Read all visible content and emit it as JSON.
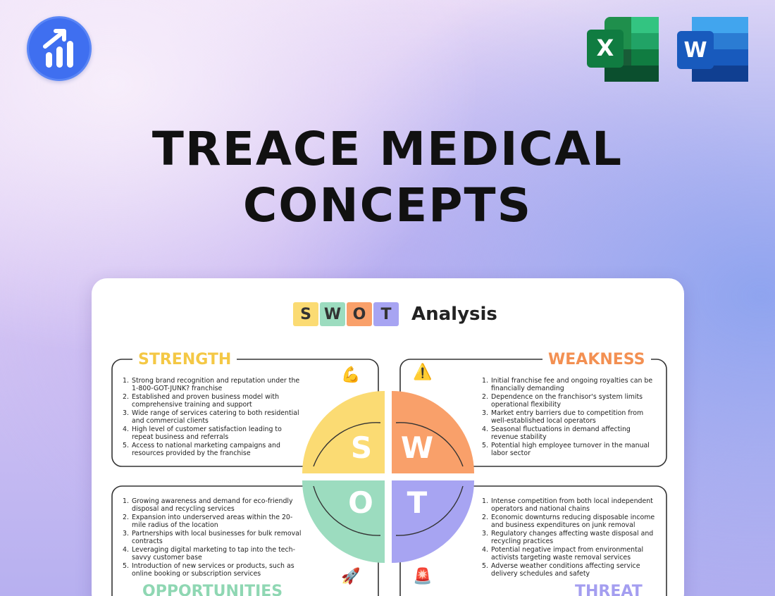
{
  "title": {
    "line1": "TREACE MEDICAL",
    "line2": "CONCEPTS"
  },
  "icons": {
    "brand": "bar-chart-growth-icon",
    "excel": "microsoft-excel-icon",
    "excel_letter": "X",
    "word": "microsoft-word-icon",
    "word_letter": "W"
  },
  "header": {
    "letters": [
      "S",
      "W",
      "O",
      "T"
    ],
    "analysis": "Analysis"
  },
  "colors": {
    "strength": "#fbdb73",
    "weakness": "#f9a06a",
    "opportunities": "#9cdcbf",
    "threat": "#a7a4f2",
    "strength_title": "#f4c845",
    "weakness_title": "#f39052",
    "opportunities_title": "#8fd7b3",
    "threat_title": "#a49ef0"
  },
  "quadrants": {
    "strength": {
      "title": "STRENGTH",
      "letter": "S",
      "emoji": "💪",
      "items": [
        "Strong brand recognition and reputation under the 1-800-GOT-JUNK? franchise",
        "Established and proven business model with comprehensive training and support",
        "Wide range of services catering to both residential and commercial clients",
        "High level of customer satisfaction leading to repeat business and referrals",
        "Access to national marketing campaigns and resources provided by the franchise"
      ]
    },
    "weakness": {
      "title": "WEAKNESS",
      "letter": "W",
      "emoji": "⚠️",
      "items": [
        "Initial franchise fee and ongoing royalties can be financially demanding",
        "Dependence on the franchisor's system limits operational flexibility",
        "Market entry barriers due to competition from well-established local operators",
        "Seasonal fluctuations in demand affecting revenue stability",
        "Potential high employee turnover in the manual labor sector"
      ]
    },
    "opportunities": {
      "title": "OPPORTUNITIES",
      "letter": "O",
      "emoji": "🚀",
      "items": [
        "Growing awareness and demand for eco-friendly disposal and recycling services",
        "Expansion into underserved areas within the 20-mile radius of the location",
        "Partnerships with local businesses for bulk removal contracts",
        "Leveraging digital marketing to tap into the tech-savvy customer base",
        "Introduction of new services or products, such as online booking or subscription services"
      ]
    },
    "threat": {
      "title": "THREAT",
      "letter": "T",
      "emoji": "🚨",
      "items": [
        "Intense competition from both local independent operators and national chains",
        "Economic downturns reducing disposable income and business expenditures on junk removal",
        "Regulatory changes affecting waste disposal and recycling practices",
        "Potential negative impact from environmental activists targeting waste removal services",
        "Adverse weather conditions affecting service delivery schedules and safety"
      ]
    }
  }
}
